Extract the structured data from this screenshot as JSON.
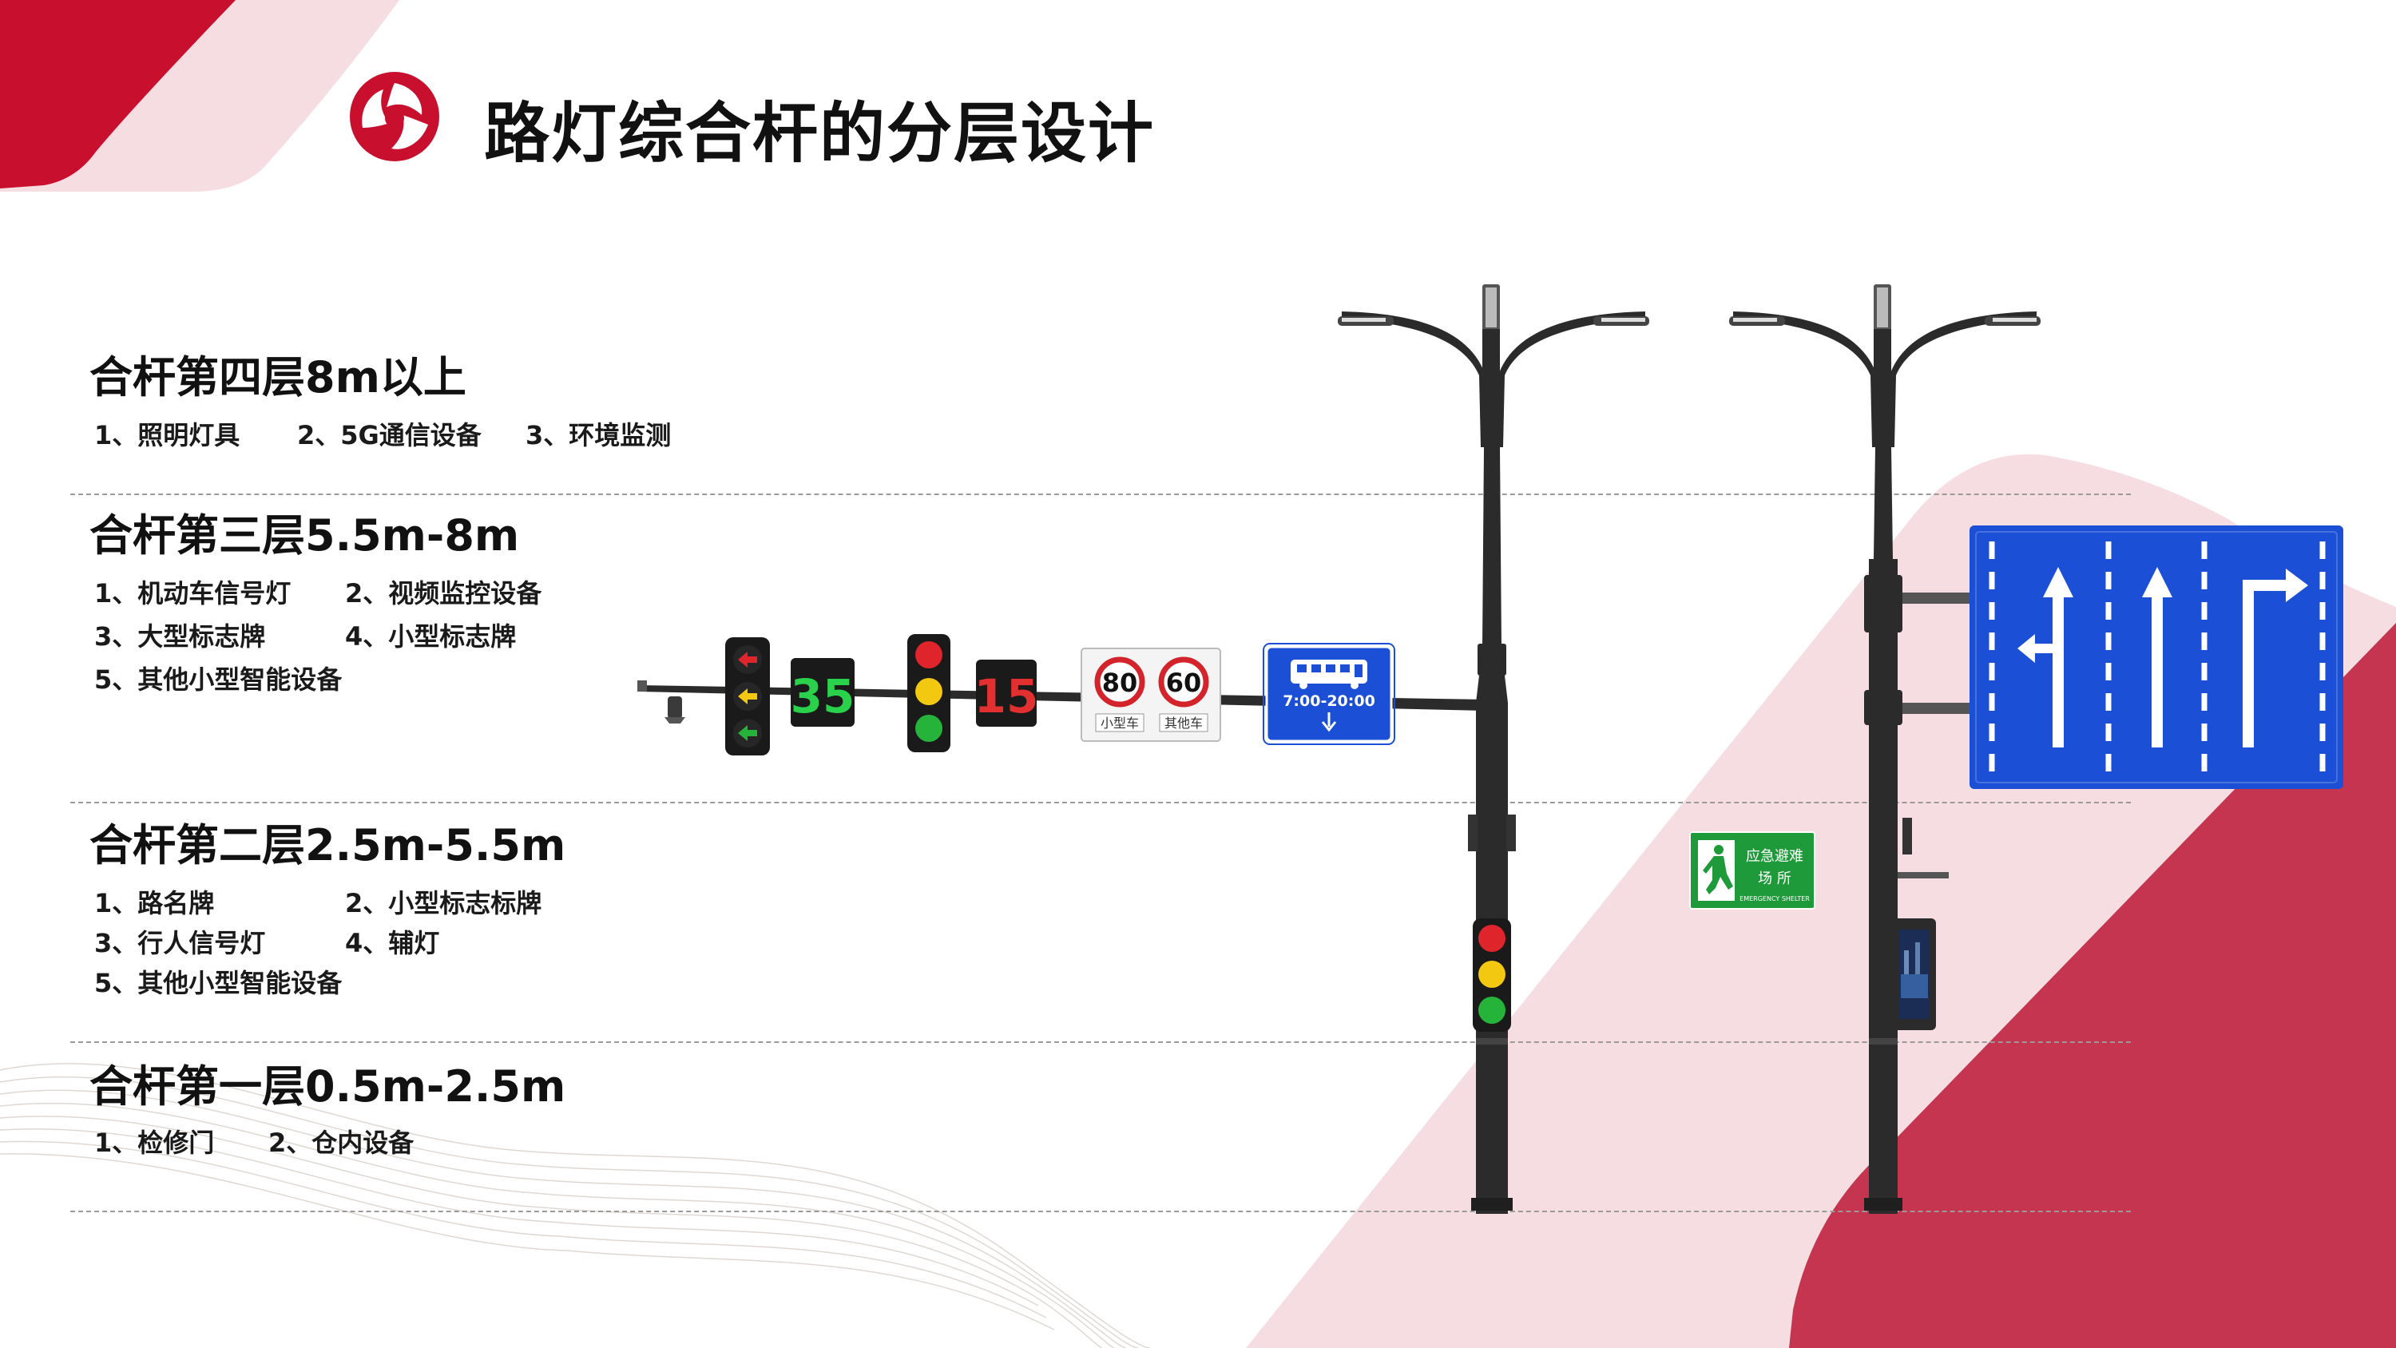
{
  "title": "路灯综合杆的分层设计",
  "layers": [
    {
      "title": "合杆第四层8m以上",
      "items": [
        "1、照明灯具",
        "2、5G通信设备",
        "3、环境监测"
      ]
    },
    {
      "title": "合杆第三层5.5m-8m",
      "items": [
        "1、机动车信号灯",
        "2、视频监控设备",
        "3、大型标志牌",
        "4、小型标志牌",
        "5、其他小型智能设备"
      ]
    },
    {
      "title": "合杆第二层2.5m-5.5m",
      "items": [
        "1、路名牌",
        "2、小型标志标牌",
        "3、行人信号灯",
        "4、辅灯",
        "5、其他小型智能设备"
      ]
    },
    {
      "title": "合杆第一层0.5m-2.5m",
      "items": [
        "1、检修门",
        "2、仓内设备"
      ]
    }
  ],
  "signs": {
    "countdown_green": "35",
    "countdown_red": "15",
    "speed1": "80",
    "speed1_label": "小型车",
    "speed2": "60",
    "speed2_label": "其他车",
    "bus_time": "7:00-20:00",
    "shelter_line1": "应急避难",
    "shelter_line2": "场  所",
    "shelter_en": "EMERGENCY SHELTER"
  },
  "colors": {
    "brand_red": "#c8102e",
    "light_pink": "#f6dde2",
    "sign_blue": "#1a4fd6",
    "sign_green": "#1f9a3a",
    "pole": "#2b2b2b"
  }
}
